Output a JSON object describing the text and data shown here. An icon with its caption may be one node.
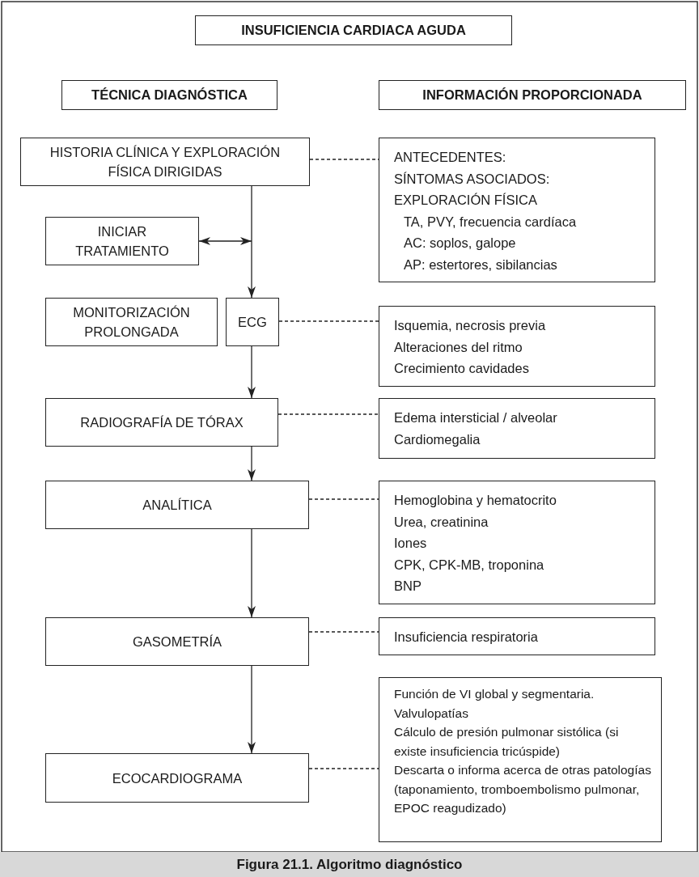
{
  "diagram": {
    "caption": "Figura 21.1. Algoritmo diagnóstico",
    "nodes": [
      {
        "text": [
          "INSUFICIENCIA CARDIACA AGUDA"
        ]
      },
      {
        "text": [
          "TÉCNICA DIAGNÓSTICA"
        ]
      },
      {
        "text": [
          "INFORMACIÓN PROPORCIONADA"
        ]
      },
      {
        "text": [
          "HISTORIA CLÍNICA Y EXPLORACIÓN FÍSICA DIRIGIDAS"
        ]
      },
      {
        "text": [
          "ANTECEDENTES:",
          "SÍNTOMAS ASOCIADOS:",
          "EXPLORACIÓN FÍSICA",
          "TA, PVY, frecuencia cardíaca",
          "AC: soplos, galope",
          "AP: estertores, sibilancias"
        ]
      },
      {
        "text": [
          "INICIAR TRATAMIENTO"
        ]
      },
      {
        "text": [
          "MONITORIZACIÓN PROLONGADA"
        ]
      },
      {
        "text": [
          "ECG"
        ]
      },
      {
        "text": [
          "Isquemia, necrosis previa",
          "Alteraciones del ritmo",
          "Crecimiento cavidades"
        ]
      },
      {
        "text": [
          "RADIOGRAFÍA DE TÓRAX"
        ]
      },
      {
        "text": [
          "Edema intersticial / alveolar",
          "Cardiomegalia"
        ]
      },
      {
        "text": [
          "ANALÍTICA"
        ]
      },
      {
        "text": [
          "Hemoglobina y hematocrito",
          "Urea, creatinina",
          "Iones",
          "CPK, CPK-MB, troponina",
          "BNP"
        ]
      },
      {
        "text": [
          "GASOMETRÍA"
        ]
      },
      {
        "text": [
          "Insuficiencia respiratoria"
        ]
      },
      {
        "text": [
          "ECOCARDIOGRAMA"
        ]
      },
      {
        "text": [
          "Función de VI global y segmentaria.",
          "Valvulopatías",
          "Cálculo de presión pulmonar sistólica (si existe insuficiencia tricúspide)",
          "Descarta o informa acerca de otras patologías (taponamiento, tromboembolismo pulmonar, EPOC reagudizado)"
        ]
      }
    ],
    "edges": [
      {
        "from": 3,
        "to": 7,
        "arrow": "to"
      },
      {
        "from": 5,
        "to": null,
        "arrow": "both"
      },
      {
        "from": 7,
        "to": 9,
        "arrow": "to"
      },
      {
        "from": 9,
        "to": 11,
        "arrow": "to"
      },
      {
        "from": 11,
        "to": 13,
        "arrow": "to"
      },
      {
        "from": 13,
        "to": 15,
        "arrow": "to"
      },
      {
        "from": 3,
        "to": 4,
        "arrow": "none",
        "style": "dashed"
      },
      {
        "from": 7,
        "to": 8,
        "arrow": "none",
        "style": "dashed"
      },
      {
        "from": 9,
        "to": 10,
        "arrow": "none",
        "style": "dashed"
      },
      {
        "from": 11,
        "to": 12,
        "arrow": "none",
        "style": "dashed"
      },
      {
        "from": 13,
        "to": 14,
        "arrow": "none",
        "style": "dashed"
      },
      {
        "from": 15,
        "to": 16,
        "arrow": "none",
        "style": "dashed"
      }
    ]
  }
}
